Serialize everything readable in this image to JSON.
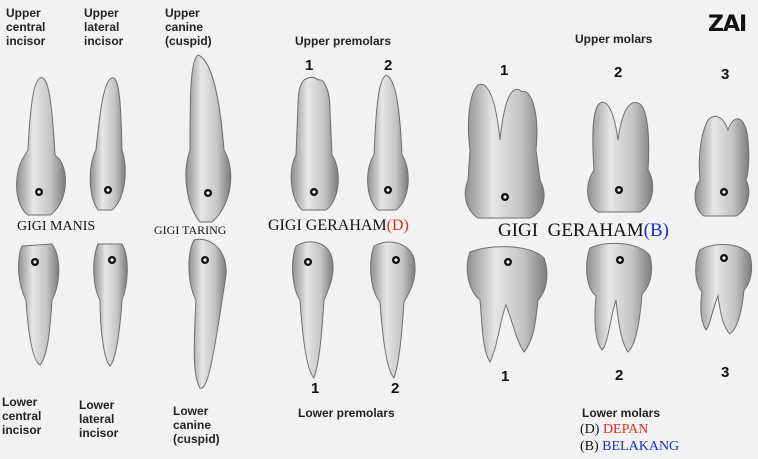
{
  "brand": "ZAI",
  "labels": {
    "upper_central_incisor": "Upper\ncentral\nincisor",
    "upper_lateral_incisor": "Upper\nlateral\nincisor",
    "upper_canine": "Upper\ncanine\n(cuspid)",
    "upper_premolars": "Upper premolars",
    "upper_molars": "Upper molars",
    "lower_central_incisor": "Lower\ncentral\nincisor",
    "lower_lateral_incisor": "Lower\nlateral\nincisor",
    "lower_canine": "Lower\ncanine\n(cuspid)",
    "lower_premolars": "Lower premolars",
    "lower_molars": "Lower molars"
  },
  "numbers": {
    "upper_premolar_1": "1",
    "upper_premolar_2": "2",
    "upper_molar_1": "1",
    "upper_molar_2": "2",
    "upper_molar_3": "3",
    "lower_premolar_1": "1",
    "lower_premolar_2": "2",
    "lower_molar_1": "1",
    "lower_molar_2": "2",
    "lower_molar_3": "3"
  },
  "annotations": {
    "gigi_manis": "GIGI MANIS",
    "gigi_taring": "GIGI TARING",
    "gigi_geraham_front": "GIGI GERAHAM",
    "front_code": "(D)",
    "gigi_geraham_back": "GIGI  GERAHAM",
    "back_code": "(B)"
  },
  "legend": {
    "d_code": "(D)",
    "d_text": "DEPAN",
    "b_code": "(B)",
    "b_text": "BELAKANG"
  },
  "colors": {
    "red": "#e0301e",
    "blue": "#1a2fd0",
    "tooth": "#c9c9c9",
    "tooth_shadow": "#8a8a8a"
  }
}
